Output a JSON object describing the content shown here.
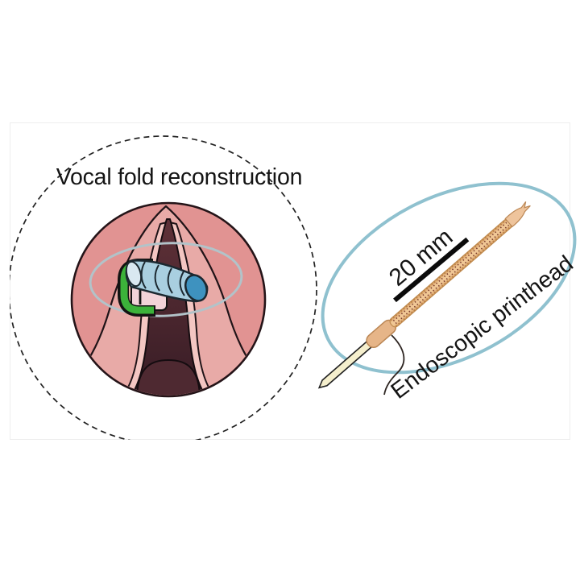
{
  "figure": {
    "kind": "scientific-figure-panel",
    "left": {
      "title": "Vocal fold reconstruction",
      "illustration": "laryngoscopic view of vocal folds with bioprinted tubular implant held by a green clamp, growth arrow pointing up"
    },
    "right": {
      "scale_label": "20 mm",
      "device_label": "Endoscopic printhead"
    },
    "colors": {
      "anatomy_outer_pink": "#e19392",
      "anatomy_inner_pink": "#e8aaa7",
      "fold_highlight_pink": "#f3c6c2",
      "glottis_dark_top": "#5f3138",
      "glottis_dark_bottom": "#371c25",
      "tracheal_dome": "#4e2931",
      "implant_blue": "#a9cfe0",
      "implant_tip_blue": "#3e92bf",
      "clamp_green": "#3cb23a",
      "scope_ring_gray_blue": "#b2c3c9",
      "highlight_ellipse_blue": "#8fc1cf",
      "device_shaft_tan": "#f0c795",
      "device_tube_cream": "#f5efcd",
      "dashed_outline": "#222222"
    }
  }
}
